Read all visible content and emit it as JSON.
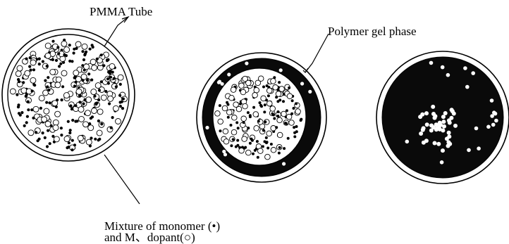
{
  "labels": {
    "pmma_tube": "PMMA Tube",
    "polymer_gel_phase": "Polymer gel phase",
    "mixture_line1": "Mixture of monomer (•)",
    "mixture_line2": "and M、dopant(○)"
  },
  "colors": {
    "ink": "#000000",
    "background": "#ffffff"
  },
  "panels": [
    {
      "stage": "initial mixture in tube"
    },
    {
      "stage": "polymer gel phase forming at tube wall"
    },
    {
      "stage": "gel phase grown, dopant concentrated at center"
    }
  ]
}
